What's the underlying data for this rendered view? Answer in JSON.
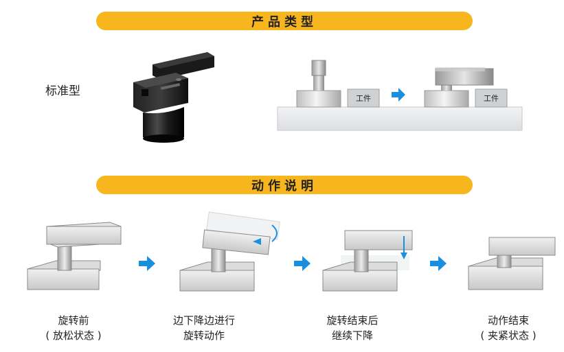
{
  "sections": {
    "types_title": "产品类型",
    "action_title": "动作说明"
  },
  "product": {
    "type_label": "标准型",
    "workpiece_label": "工件"
  },
  "steps": [
    {
      "line1": "旋转前",
      "line2": "( 放松状态 )"
    },
    {
      "line1": "边下降边进行",
      "line2": "旋转动作"
    },
    {
      "line1": "旋转结束后",
      "line2": "继续下降"
    },
    {
      "line1": "动作结束",
      "line2": "( 夹紧状态 )"
    }
  ],
  "colors": {
    "banner": "#f7b51e",
    "arrow": "#1a8fe0",
    "base_plate": "#e8eaec",
    "metal": "#d8d8d8",
    "workpiece": "#cfd1d3"
  },
  "icons": [
    "right-arrow-icon"
  ]
}
